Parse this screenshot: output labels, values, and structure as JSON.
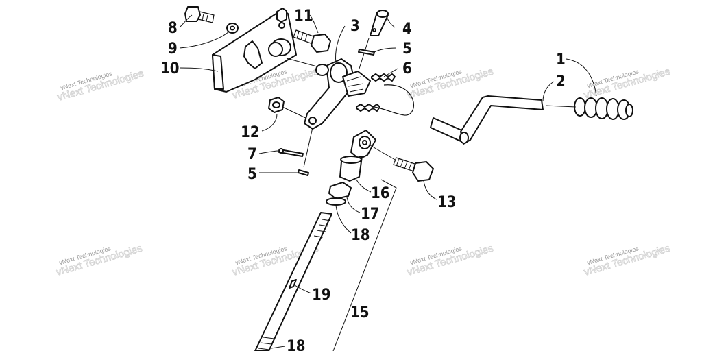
{
  "watermark_text": "vNext Technologies",
  "callouts": [
    {
      "id": "1",
      "text": "1"
    },
    {
      "id": "2",
      "text": "2"
    },
    {
      "id": "3",
      "text": "3"
    },
    {
      "id": "4",
      "text": "4"
    },
    {
      "id": "5a",
      "text": "5"
    },
    {
      "id": "6",
      "text": "6"
    },
    {
      "id": "7",
      "text": "7"
    },
    {
      "id": "5b",
      "text": "5"
    },
    {
      "id": "8",
      "text": "8"
    },
    {
      "id": "9",
      "text": "9"
    },
    {
      "id": "10",
      "text": "10"
    },
    {
      "id": "11",
      "text": "11"
    },
    {
      "id": "12",
      "text": "12"
    },
    {
      "id": "13",
      "text": "13"
    },
    {
      "id": "15",
      "text": "15"
    },
    {
      "id": "16",
      "text": "16"
    },
    {
      "id": "17",
      "text": "17"
    },
    {
      "id": "18a",
      "text": "18"
    },
    {
      "id": "19",
      "text": "19"
    },
    {
      "id": "18b",
      "text": "18"
    }
  ]
}
